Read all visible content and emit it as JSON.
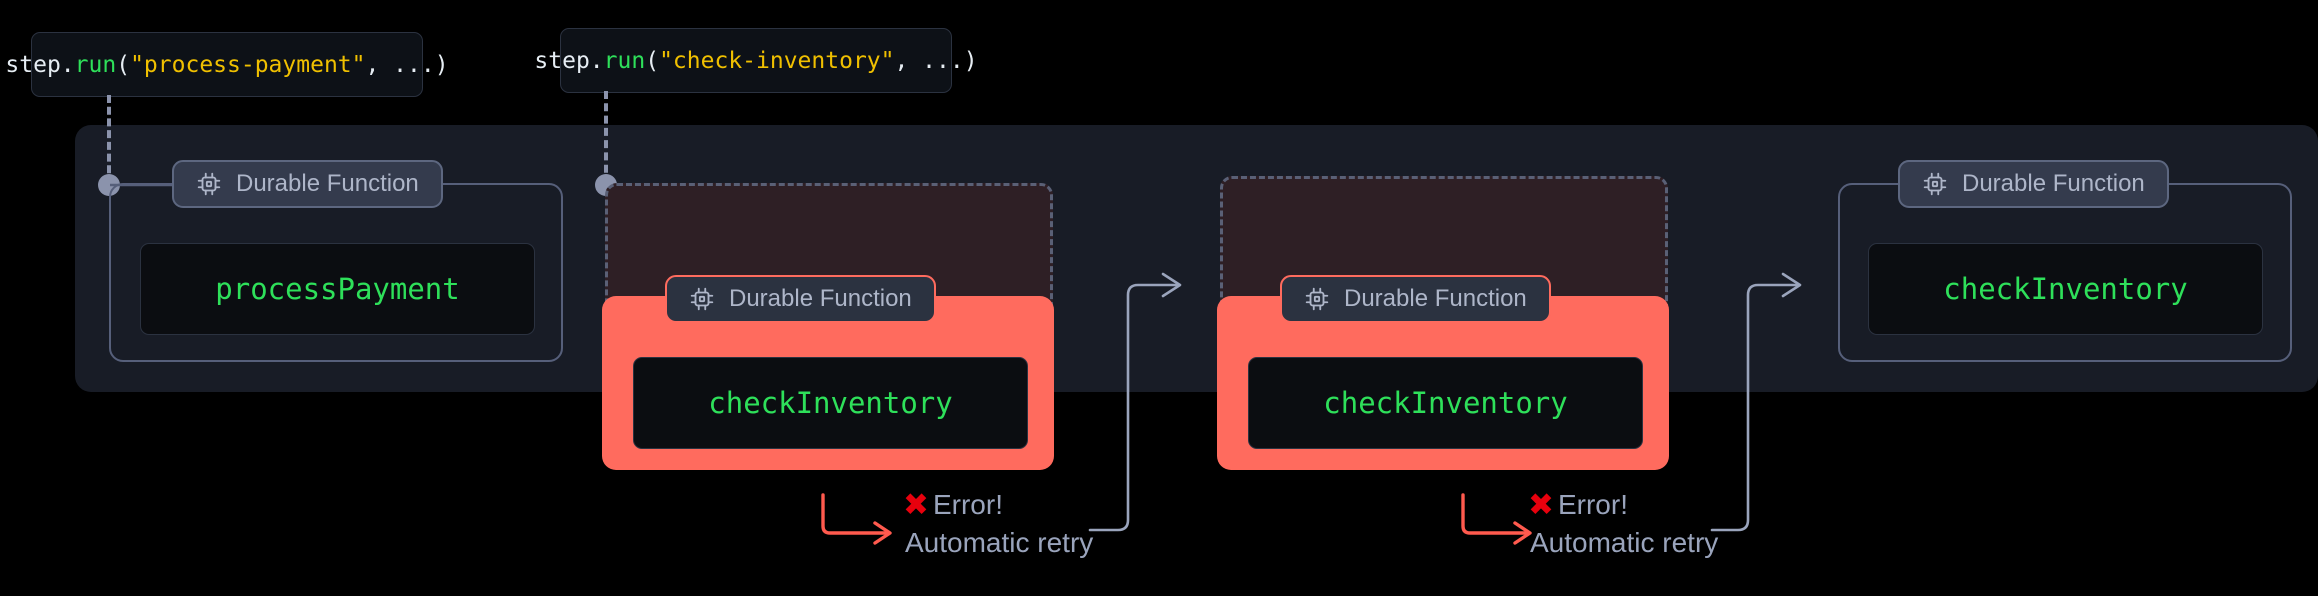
{
  "palette": {
    "page_bg": "#000000",
    "container_bg": "#181c26",
    "code_bg": "#0b0d11",
    "badge_bg": "#343b4d",
    "badge_border": "#5d6780",
    "badge_text": "#aeb6c9",
    "fn_name_green": "#2ee05a",
    "string_yellow": "#f0c000",
    "error_red": "#ff6b5e",
    "x_mark_red": "#e8000d",
    "dashed_backdrop_fill": "#2e1f25",
    "dashed_border": "#5a6076",
    "anchor_dot": "#8b93ac",
    "wire": "#9aa4bc",
    "note_text": "#9aa4bc"
  },
  "callouts": [
    {
      "id": "callout-process-payment",
      "tokens": [
        {
          "text": "step.",
          "type": "plain"
        },
        {
          "text": "run",
          "type": "fn"
        },
        {
          "text": "(",
          "type": "punct"
        },
        {
          "text": "\"process-payment\"",
          "type": "str"
        },
        {
          "text": ", ...)",
          "type": "punct"
        }
      ],
      "full_text": "step.run(\"process-payment\", ...)"
    },
    {
      "id": "callout-check-inventory",
      "tokens": [
        {
          "text": "step.",
          "type": "plain"
        },
        {
          "text": "run",
          "type": "fn"
        },
        {
          "text": "(",
          "type": "punct"
        },
        {
          "text": "\"check-inventory\"",
          "type": "str"
        },
        {
          "text": ", ...)",
          "type": "punct"
        }
      ],
      "full_text": "step.run(\"check-inventory\", ...)"
    }
  ],
  "badge": {
    "label": "Durable Function",
    "icon": "cpu-chip-icon"
  },
  "steps": [
    {
      "id": "step-1",
      "state": "ok",
      "function_name": "processPayment"
    },
    {
      "id": "step-2",
      "state": "error",
      "function_name": "checkInventory"
    },
    {
      "id": "step-3",
      "state": "error",
      "function_name": "checkInventory"
    },
    {
      "id": "step-4",
      "state": "ok",
      "function_name": "checkInventory"
    }
  ],
  "error_notes": [
    {
      "id": "error-note-1",
      "x_mark": "✖",
      "title": "Error!",
      "subtitle": "Automatic retry"
    },
    {
      "id": "error-note-2",
      "x_mark": "✖",
      "title": "Error!",
      "subtitle": "Automatic retry"
    }
  ]
}
